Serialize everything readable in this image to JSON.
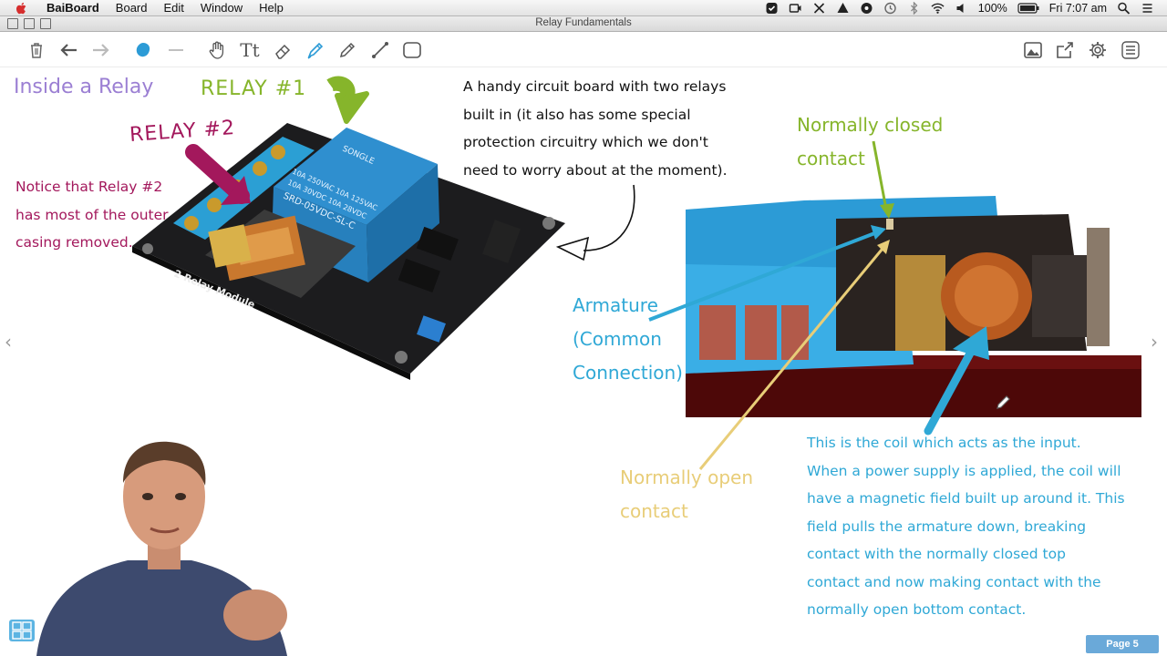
{
  "menubar": {
    "app_name": "BaiBoard",
    "menus": [
      "Board",
      "Edit",
      "Window",
      "Help"
    ],
    "status": {
      "battery": "100%",
      "clock": "Fri 7:07 am"
    }
  },
  "window": {
    "title": "Relay Fundamentals"
  },
  "toolbar": {
    "text_tool_label": "Tt",
    "left_tools": [
      "trash-icon",
      "undo-icon",
      "redo-icon",
      "color-dot-icon",
      "line-width-icon",
      "hand-icon",
      "text-icon",
      "eraser-icon",
      "highlighter-icon",
      "pencil-icon",
      "line-icon",
      "shape-icon"
    ],
    "right_tools": [
      "image-icon",
      "share-icon",
      "settings-icon",
      "menu-icon"
    ]
  },
  "board": {
    "heading": "Inside a Relay",
    "label_relay1": "RELAY #1",
    "label_relay2": "RELAY #2",
    "note_relay2": [
      "Notice that Relay #2",
      "has most of the outer",
      "casing removed."
    ],
    "circuit_note": [
      "A handy circuit board with two relays",
      "built in (it also has some special",
      "protection circuitry which we don't",
      "need to worry about at the moment)."
    ],
    "label_nc": [
      "Normally closed",
      "contact"
    ],
    "label_armature": [
      "Armature",
      "(Common",
      "Connection)"
    ],
    "label_no": [
      "Normally open",
      "contact"
    ],
    "coil_note": [
      "This is the coil which acts as the input.",
      "When a power supply is applied, the coil will",
      "have a magnetic field built up around it. This",
      "field pulls the armature down, breaking",
      "contact with the normally closed top",
      "contact and now making contact with the",
      "normally open bottom contact."
    ],
    "board_text": {
      "brand": "SONGLE",
      "rating_line1": "10A 250VAC   10A 125VAC",
      "rating_line2": "10A 30VDC   10A 28VDC",
      "model": "SRD-05VDC-SL-C",
      "module": "2 Relay Module"
    }
  },
  "colors": {
    "purple": "#9b7fd3",
    "green": "#86b52b",
    "magenta": "#a3185c",
    "blue": "#2fa8d6",
    "yellow": "#e8cd78",
    "relay_blue": "#2c9bd6"
  },
  "footer": {
    "page_label": "Page 5"
  }
}
